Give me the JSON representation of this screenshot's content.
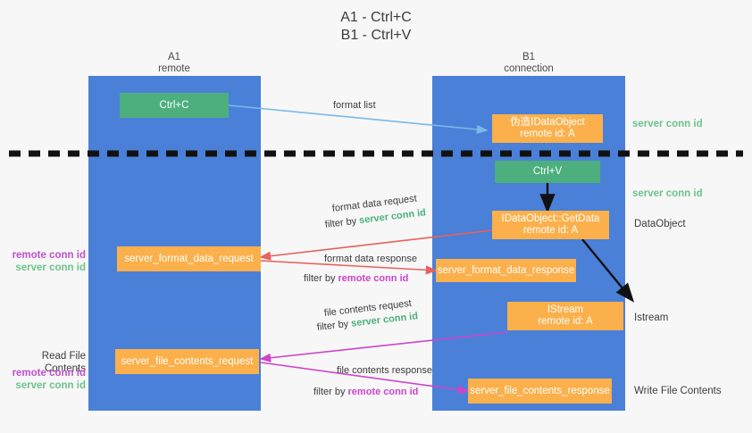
{
  "title": {
    "line1": "A1 - Ctrl+C",
    "line2": "B1 - Ctrl+V"
  },
  "columns": [
    {
      "name": "A1",
      "sub": "remote"
    },
    {
      "name": "B1",
      "sub": "connection"
    }
  ],
  "boxes": {
    "ctrl_c": "Ctrl+C",
    "fake_dataobject_line1": "伪造IDataObject",
    "fake_dataobject_line2": "remote id: A",
    "ctrl_v": "Ctrl+V",
    "getdata_line1": "IDataObject::GetData",
    "getdata_line2": "remote id: A",
    "istream_line1": "IStream",
    "istream_line2": "remote id: A",
    "server_format_data_request": "server_format_data_request",
    "server_format_data_response": "server_format_data_response",
    "server_file_contents_request": "server_file_contents_request",
    "server_file_contents_response": "server_file_contents_response"
  },
  "right_labels": {
    "server_conn_id_top": "server conn id",
    "server_conn_id_mid": "server conn id",
    "dataobject": "DataObject",
    "istream": "Istream",
    "write_file_contents": "Write File Contents"
  },
  "left_labels": {
    "remote_conn_id_1": "remote conn id",
    "server_conn_id_1": "server conn id",
    "read_file_contents": "Read File Contents",
    "remote_conn_id_2": "remote conn id",
    "server_conn_id_2": "server conn id"
  },
  "annotations": {
    "format_list": "format list",
    "format_data_request": "format data request",
    "format_data_request_filter_prefix": "filter by ",
    "format_data_request_filter_value": "server conn id",
    "format_data_response": "format data response",
    "format_data_response_filter_prefix": "filter by ",
    "format_data_response_filter_value": "remote conn id",
    "file_contents_request": "file contents request",
    "file_contents_request_filter_prefix": "filter by ",
    "file_contents_request_filter_value": "server conn id",
    "file_contents_response": "file contents response",
    "file_contents_response_filter_prefix": "filter by ",
    "file_contents_response_filter_value": "remote conn id"
  },
  "colors": {
    "lane": "#4a80d8",
    "orange": "#fbb04b",
    "green_box": "#4caf7d",
    "green_text": "#6cc38a",
    "magenta_text": "#c14fd0",
    "red_arrow": "#e8615a",
    "magenta_arrow": "#cc44cc",
    "blue_arrow": "#7ab8e8",
    "black": "#1a1a1a",
    "background": "#f7f7f7"
  }
}
